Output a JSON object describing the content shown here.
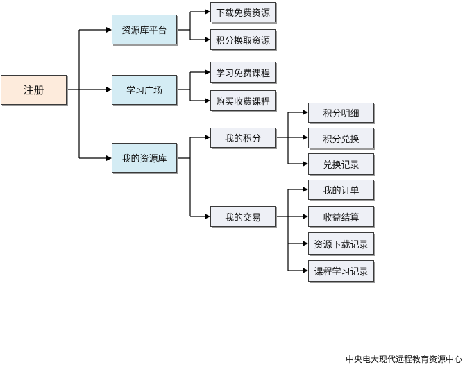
{
  "colors": {
    "root_fill": "#fdebdc",
    "level1_fill": "#d4ecf4",
    "leaf_fill": "#eef0f6",
    "line": "#000000"
  },
  "diagram": {
    "root": "注册",
    "level1": {
      "resource_platform": "资源库平台",
      "study_square": "学习广场",
      "my_library": "我的资源库"
    },
    "platform_items": {
      "download_free": "下载免费资源",
      "points_exchange": "积分换取资源"
    },
    "study_items": {
      "study_free": "学习免费课程",
      "buy_paid": "购买收费课程"
    },
    "my_library_items": {
      "my_points": "我的积分",
      "my_trades": "我的交易"
    },
    "points_items": {
      "points_detail": "积分明细",
      "points_redeem": "积分兑换",
      "redeem_records": "兑换记录"
    },
    "trade_items": {
      "my_orders": "我的订单",
      "earnings_settlement": "收益结算",
      "download_records": "资源下载记录",
      "course_study_records": "课程学习记录"
    }
  },
  "caption": "中央电大现代远程教育资源中心"
}
